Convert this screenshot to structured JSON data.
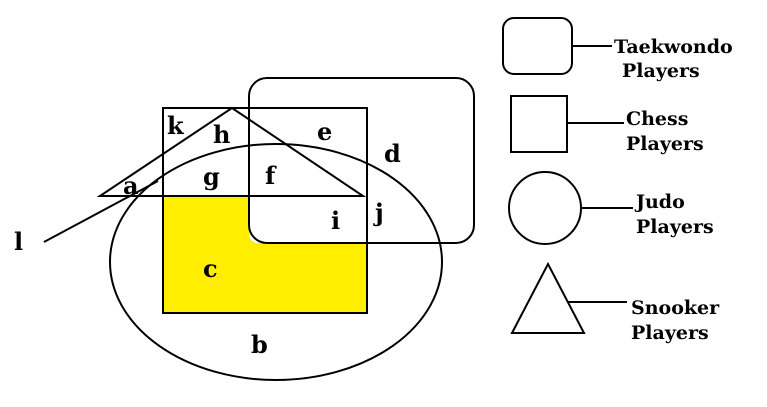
{
  "regions": {
    "a": "a",
    "b": "b",
    "c": "c",
    "d": "d",
    "e": "e",
    "f": "f",
    "g": "g",
    "h": "h",
    "i": "i",
    "j": "j",
    "k": "k",
    "l": "l"
  },
  "legend": [
    {
      "shape": "rounded-square",
      "line1": "Taekwondo",
      "line2": "Players"
    },
    {
      "shape": "square",
      "line1": "Chess",
      "line2": "Players"
    },
    {
      "shape": "circle",
      "line1": "Judo",
      "line2": "Players"
    },
    {
      "shape": "triangle",
      "line1": "Snooker",
      "line2": "Players"
    }
  ],
  "colors": {
    "highlight": "#ffee00",
    "stroke": "#000000"
  }
}
